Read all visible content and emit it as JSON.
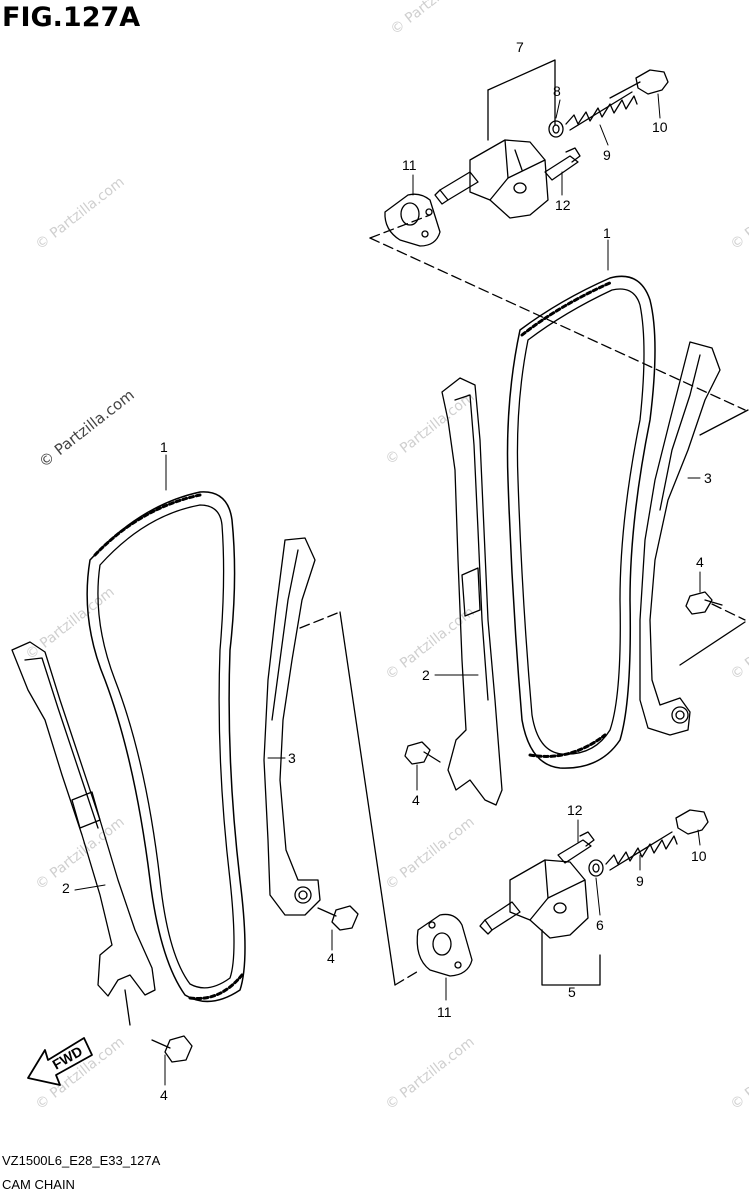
{
  "figure": {
    "title": "FIG.127A",
    "code": "VZ1500L6_E28_E33_127A",
    "name": "CAM CHAIN"
  },
  "watermark": {
    "text": "© Partzilla.com"
  },
  "fwd_label": "FWD",
  "callouts": {
    "c1": "1",
    "c2": "2",
    "c3": "3",
    "c4": "4",
    "c5": "5",
    "c6": "6",
    "c7": "7",
    "c8": "8",
    "c9": "9",
    "c10": "10",
    "c11": "11",
    "c12": "12"
  },
  "colors": {
    "line": "#000000",
    "watermark": "#cfcfcf",
    "background": "#ffffff"
  }
}
